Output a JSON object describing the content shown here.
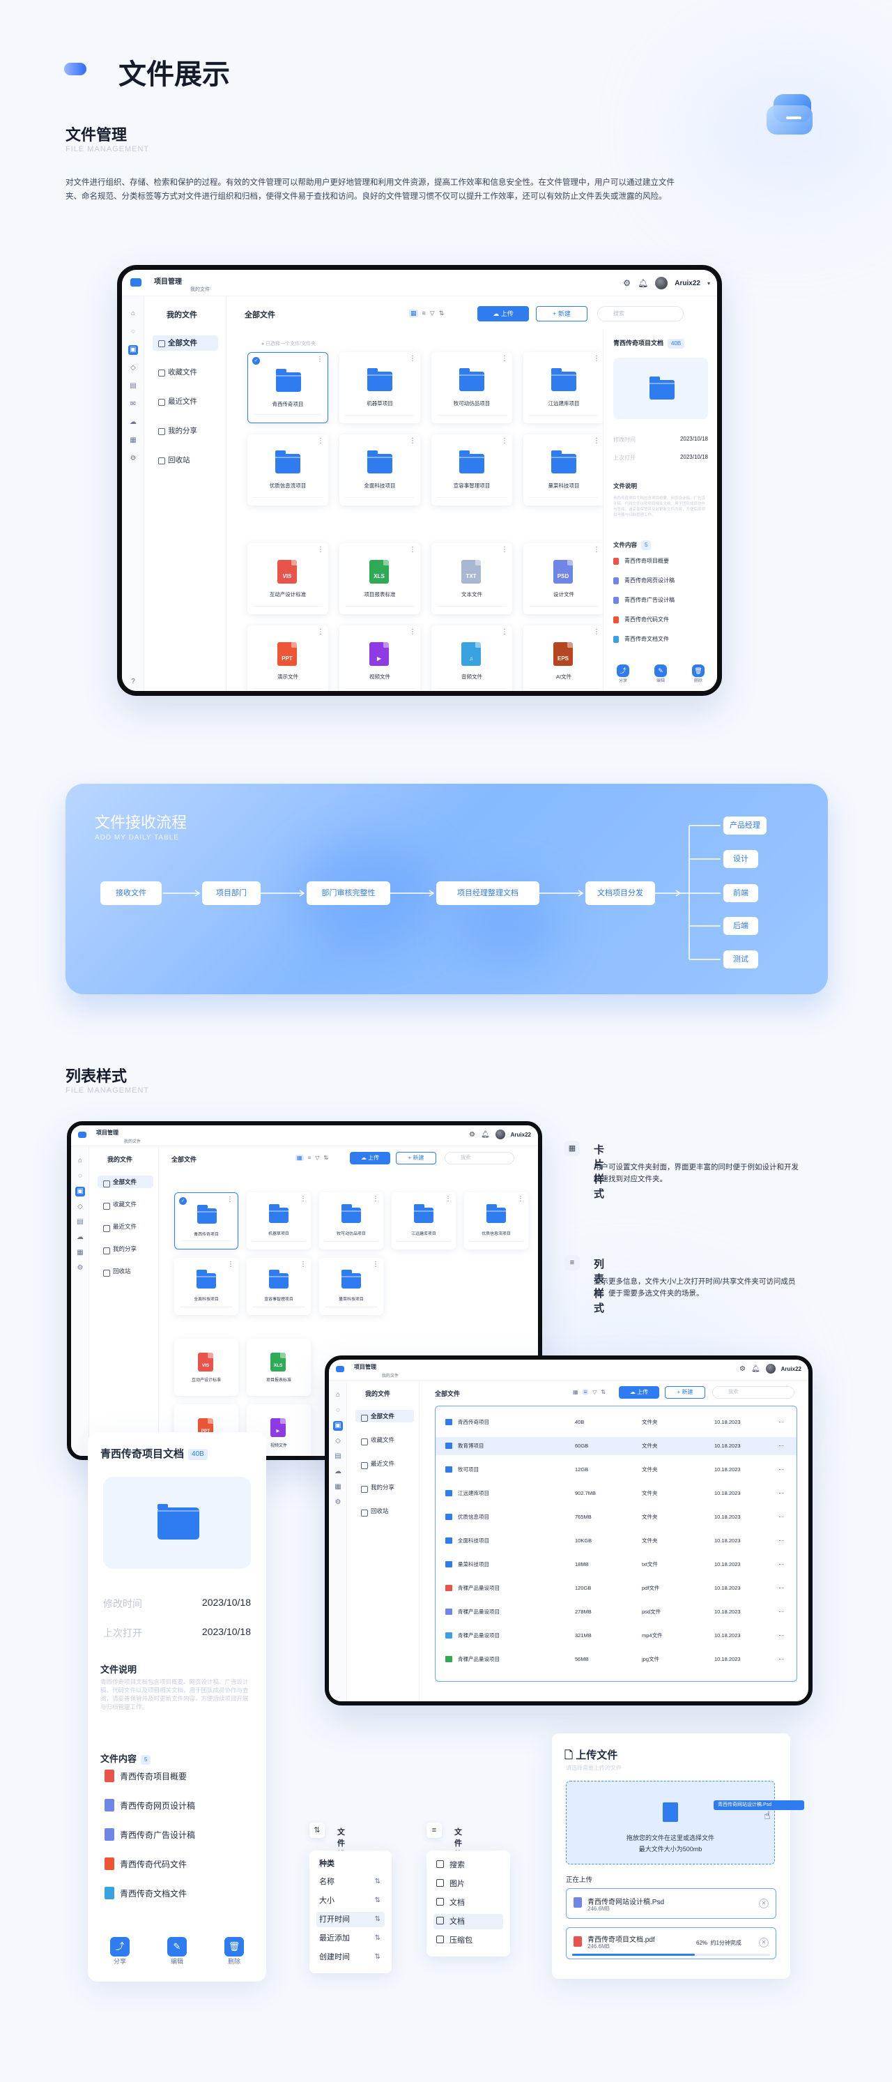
{
  "page": {
    "title": "文件展示"
  },
  "section_file_mgmt": {
    "title": "文件管理",
    "title_en": "FILE MANAGEMENT",
    "intro": "对文件进行组织、存储、检索和保护的过程。有效的文件管理可以帮助用户更好地管理和利用文件资源，提高工作效率和信息安全性。在文件管理中，用户可以通过建立文件夹、命名规范、分类标签等方式对文件进行组织和归档，使得文件易于查找和访问。良好的文件管理习惯不仅可以提升工作效率，还可以有效防止文件丢失或泄露的风险。"
  },
  "app": {
    "title": "项目管理",
    "subtitle": "我的文件",
    "user": "Aruix22",
    "nav_header": "我的文件",
    "nav_items": [
      "全部文件",
      "收藏文件",
      "最近文件",
      "我的分享",
      "回收站"
    ],
    "main_header": "全部文件",
    "upload_label": "上传",
    "new_label": "新建",
    "search_placeholder": "搜索",
    "crumb": "已选择一个文件/文件夹"
  },
  "folders": [
    "青西传奇项目",
    "机器草项目",
    "牧可动仿品项目",
    "江远建库项目",
    "优质信息流项目",
    "全面科技项目",
    "宣容事智理项目",
    "量菜科技项目"
  ],
  "files": [
    {
      "type": "VIS",
      "color": "#e8544a",
      "name": "互动产设计标准"
    },
    {
      "type": "XLS",
      "color": "#2faa56",
      "name": "项目报表标准"
    },
    {
      "type": "TXT",
      "color": "#a9b8d0",
      "name": "文本文件"
    },
    {
      "type": "PSD",
      "color": "#6f86e8",
      "name": "设计文件"
    },
    {
      "type": "PPT",
      "color": "#ee5534",
      "name": "演示文件"
    },
    {
      "type": "▶",
      "color": "#8e3be6",
      "name": "视频文件"
    },
    {
      "type": "♫",
      "color": "#38a3e0",
      "name": "音频文件"
    },
    {
      "type": "EPS",
      "color": "#b5461f",
      "name": "AI文件"
    }
  ],
  "detail": {
    "title": "青西传奇项目文档",
    "badge": "40B",
    "modified_label": "修改时间",
    "modified_value": "2023/10/18",
    "opened_label": "上次打开",
    "opened_value": "2023/10/18",
    "desc_title": "文件说明",
    "desc_text": "青西传奇项目文档包含项目概要、网页设计稿、广告设计稿、代码文件以及项目相关文档，用于团队成员协作与查阅，请妥善保管并及时更新文件内容，方便后续项目开展与归档管理工作。",
    "content_title": "文件内容",
    "content_badge": "5",
    "contents": [
      {
        "name": "青西传奇项目概要",
        "color": "#e8544a"
      },
      {
        "name": "青西传奇网页设计稿",
        "color": "#6f86e8"
      },
      {
        "name": "青西传奇广告设计稿",
        "color": "#6f86e8"
      },
      {
        "name": "青西传奇代码文件",
        "color": "#ee5534"
      },
      {
        "name": "青西传奇文档文件",
        "color": "#38a3e0"
      }
    ],
    "actions": [
      "分享",
      "编辑",
      "删除"
    ]
  },
  "flow": {
    "title": "文件接收流程",
    "title_en": "ADD MY DAILY TABLE",
    "steps": [
      "接收文件",
      "项目部门",
      "部门审核完整性",
      "项目经理整理文档",
      "文档项目分发"
    ],
    "targets": [
      "产品经理",
      "设计",
      "前端",
      "后端",
      "测试"
    ]
  },
  "section_list": {
    "title": "列表样式",
    "title_en": "FILE MANAGEMENT"
  },
  "legend": {
    "card_title": "卡片样式",
    "card_desc": "用户可设置文件夹封面，界面更丰富的同时便于例如设计和开发快速找到对应文件夹。",
    "list_title": "列表样式",
    "list_desc": "显示更多信息，文件大小/上次打开时间/共享文件夹可访问成员等，便于需要多选文件夹的场景。"
  },
  "list_rows": [
    {
      "name": "青西传奇项目",
      "size": "40B",
      "type": "文件夹",
      "date": "10.18.2023",
      "color": "#2f7bf0"
    },
    {
      "name": "教育博项目",
      "size": "60GB",
      "type": "文件夹",
      "date": "10.18.2023",
      "color": "#2f7bf0"
    },
    {
      "name": "牧可项目",
      "size": "12GB",
      "type": "文件夹",
      "date": "10.18.2023",
      "color": "#2f7bf0"
    },
    {
      "name": "江远建库项目",
      "size": "902.7MB",
      "type": "文件夹",
      "date": "10.18.2023",
      "color": "#2f7bf0"
    },
    {
      "name": "优质信息项目",
      "size": "765MB",
      "type": "文件夹",
      "date": "10.18.2023",
      "color": "#2f7bf0"
    },
    {
      "name": "全面科技项目",
      "size": "10KGB",
      "type": "文件夹",
      "date": "10.18.2023",
      "color": "#2f7bf0"
    },
    {
      "name": "量菜科技项目",
      "size": "18MB",
      "type": "txt文件",
      "date": "10.18.2023",
      "color": "#2f7bf0"
    },
    {
      "name": "青稞产品量设项目",
      "size": "120GB",
      "type": "pdf文件",
      "date": "10.18.2023",
      "color": "#e8544a"
    },
    {
      "name": "青稞产品量设项目",
      "size": "278MB",
      "type": "psd文件",
      "date": "10.18.2023",
      "color": "#6f86e8"
    },
    {
      "name": "青稞产品量设项目",
      "size": "321MB",
      "type": "mp4文件",
      "date": "10.18.2023",
      "color": "#38a3e0"
    },
    {
      "name": "青稞产品量设项目",
      "size": "56MB",
      "type": "jpg文件",
      "date": "10.18.2023",
      "color": "#2faa56"
    }
  ],
  "sort_menu": {
    "title": "文件排序",
    "header": "种类",
    "items": [
      "名称",
      "大小",
      "打开时间",
      "最近添加",
      "创建时间"
    ],
    "active": 2
  },
  "filter_menu": {
    "title": "文件筛选",
    "items": [
      "搜索",
      "图片",
      "文档",
      "文档",
      "压缩包"
    ],
    "active": 3
  },
  "upload": {
    "title": "上传文件",
    "hint": "请选择需要上传的文件",
    "drop_text": "拖放您的文件在这里或选择文件",
    "drop_limit": "最大文件大小为500mb",
    "drag_file": "青西传奇网站设计稿.Psd",
    "uploading_label": "正在上传",
    "items": [
      {
        "name": "青西传奇网站设计稿.Psd",
        "size": "246.6MB",
        "progress": 100
      },
      {
        "name": "青西传奇项目文档.pdf",
        "size": "246.6MB",
        "progress": 62,
        "percent": "62%",
        "eta": "约1分钟完成"
      }
    ]
  },
  "colors": {
    "accent": "#2f7bf0",
    "bg": "#f5f8fd"
  }
}
